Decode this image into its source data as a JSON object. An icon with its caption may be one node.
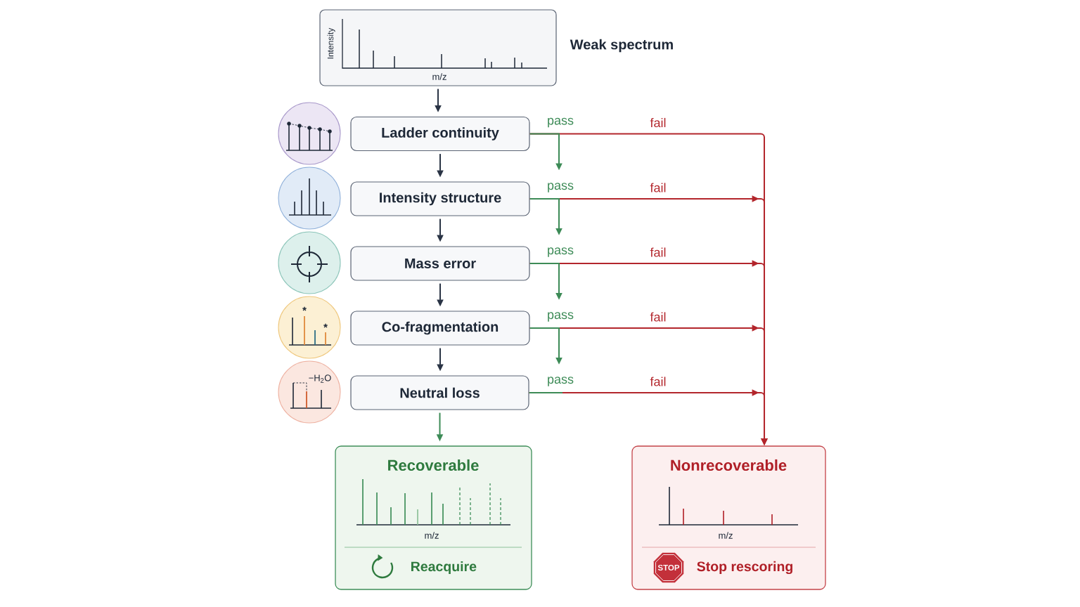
{
  "diagram": {
    "nodes": [
      {
        "text": [
          "Intensity",
          "m/z"
        ],
        "beside": [
          "Weak spectrum"
        ]
      },
      {
        "text": [],
        "shape": "circle"
      },
      {
        "text": [
          "Ladder continuity"
        ]
      },
      {
        "text": [],
        "shape": "circle"
      },
      {
        "text": [
          "Intensity structure"
        ]
      },
      {
        "text": [],
        "shape": "circle"
      },
      {
        "text": [
          "Mass error"
        ]
      },
      {
        "text": [
          "*",
          "*"
        ]
      },
      {
        "text": [
          "Co-fragmentation"
        ]
      },
      {
        "text": [
          "−H$_{2}$O"
        ]
      },
      {
        "text": [
          "Neutral loss"
        ]
      },
      {
        "text": [
          "Recoverable",
          "m/z",
          "Reacquire"
        ]
      },
      {
        "text": [
          "Nonrecoverable",
          "m/z",
          "STOP",
          "Stop rescoring"
        ]
      }
    ],
    "edges": [
      {
        "from": 0,
        "to": 2,
        "arrow": "to"
      },
      {
        "from": 2,
        "to": null,
        "arrow": "to",
        "label": "pass",
        "color": "#3d8b57"
      },
      {
        "from": 2,
        "to": 12,
        "arrow": "to",
        "label": "fail",
        "color": "#b3262c"
      },
      {
        "from": 2,
        "to": 4,
        "arrow": "to"
      },
      {
        "from": 4,
        "to": null,
        "arrow": "to",
        "label": "pass",
        "color": "#3d8b57"
      },
      {
        "from": 4,
        "to": 12,
        "arrow": "to",
        "label": "fail",
        "color": "#b3262c"
      },
      {
        "from": 4,
        "to": 6,
        "arrow": "to"
      },
      {
        "from": 6,
        "to": null,
        "arrow": "to",
        "label": "pass",
        "color": "#3d8b57"
      },
      {
        "from": 6,
        "to": 12,
        "arrow": "to",
        "label": "fail",
        "color": "#b3262c"
      },
      {
        "from": 6,
        "to": 8,
        "arrow": "to"
      },
      {
        "from": 8,
        "to": null,
        "arrow": "to",
        "label": "pass",
        "color": "#3d8b57"
      },
      {
        "from": 8,
        "to": 12,
        "arrow": "to",
        "label": "fail",
        "color": "#b3262c"
      },
      {
        "from": 8,
        "to": 10,
        "arrow": "to"
      },
      {
        "from": 10,
        "to": null,
        "arrow": "none",
        "label": "pass",
        "color": "#3d8b57"
      },
      {
        "from": 10,
        "to": 12,
        "arrow": "to",
        "label": "fail",
        "color": "#b3262c"
      },
      {
        "from": 10,
        "to": 11,
        "arrow": "to",
        "color": "#3d8b57"
      }
    ]
  }
}
